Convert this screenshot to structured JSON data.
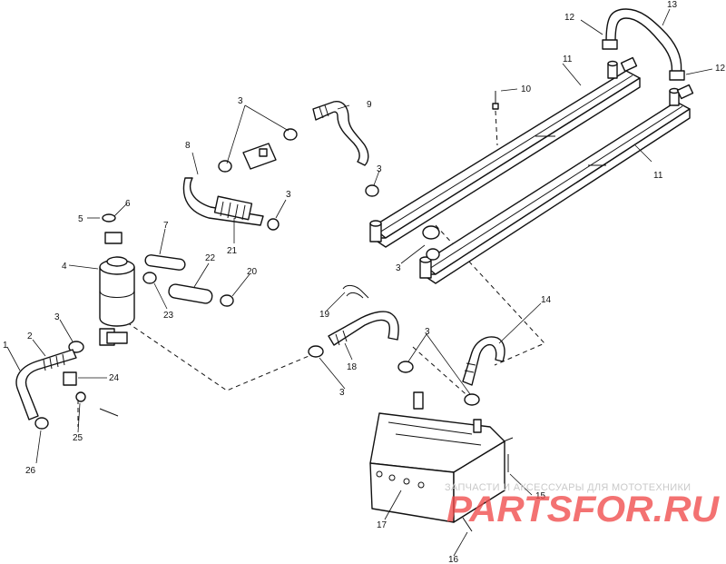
{
  "callouts": {
    "c1": "1",
    "c2": "2",
    "c3a": "3",
    "c3b": "3",
    "c3c": "3",
    "c3d": "3",
    "c3e": "3",
    "c3f": "3",
    "c3g": "3",
    "c4": "4",
    "c5": "5",
    "c6": "6",
    "c7": "7",
    "c8": "8",
    "c9": "9",
    "c10": "10",
    "c11a": "11",
    "c11b": "11",
    "c12a": "12",
    "c12b": "12",
    "c13": "13",
    "c14": "14",
    "c15": "15",
    "c16": "16",
    "c17": "17",
    "c18": "18",
    "c19": "19",
    "c20": "20",
    "c21": "21",
    "c22": "22",
    "c23": "23",
    "c24": "24",
    "c25": "25",
    "c26": "26"
  },
  "watermark": {
    "tagline": "ЗАПЧАСТИ И АКСЕССУАРЫ ДЛЯ МОТОТЕХНИКИ",
    "brand": "PARTSFOR.RU"
  }
}
